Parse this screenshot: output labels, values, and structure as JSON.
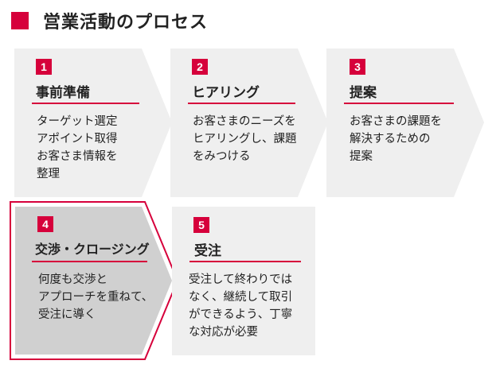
{
  "title": "営業活動のプロセス",
  "steps": [
    {
      "number": "1",
      "heading": "事前準備",
      "body": "ターゲット選定\nアポイント取得\nお客さま情報を\n整理",
      "highlighted": false
    },
    {
      "number": "2",
      "heading": "ヒアリング",
      "body": "お客さまのニーズを\nヒアリングし、課題\nをみつける",
      "highlighted": false
    },
    {
      "number": "3",
      "heading": "提案",
      "body": "お客さまの課題を\n解決するための\n提案",
      "highlighted": false
    },
    {
      "number": "4",
      "heading": "交渉・クロージング",
      "body": "何度も交渉と\nアプローチを重ねて、\n受注に導く",
      "highlighted": true
    },
    {
      "number": "5",
      "heading": "受注",
      "body": "受注して終わりでは\nなく、継続して取引\nができるよう、丁寧\nな対応が必要",
      "highlighted": false
    }
  ],
  "colors": {
    "accent": "#d6003b",
    "panel": "#efefef",
    "panel_highlight": "#d0d0d0",
    "text": "#222222"
  }
}
